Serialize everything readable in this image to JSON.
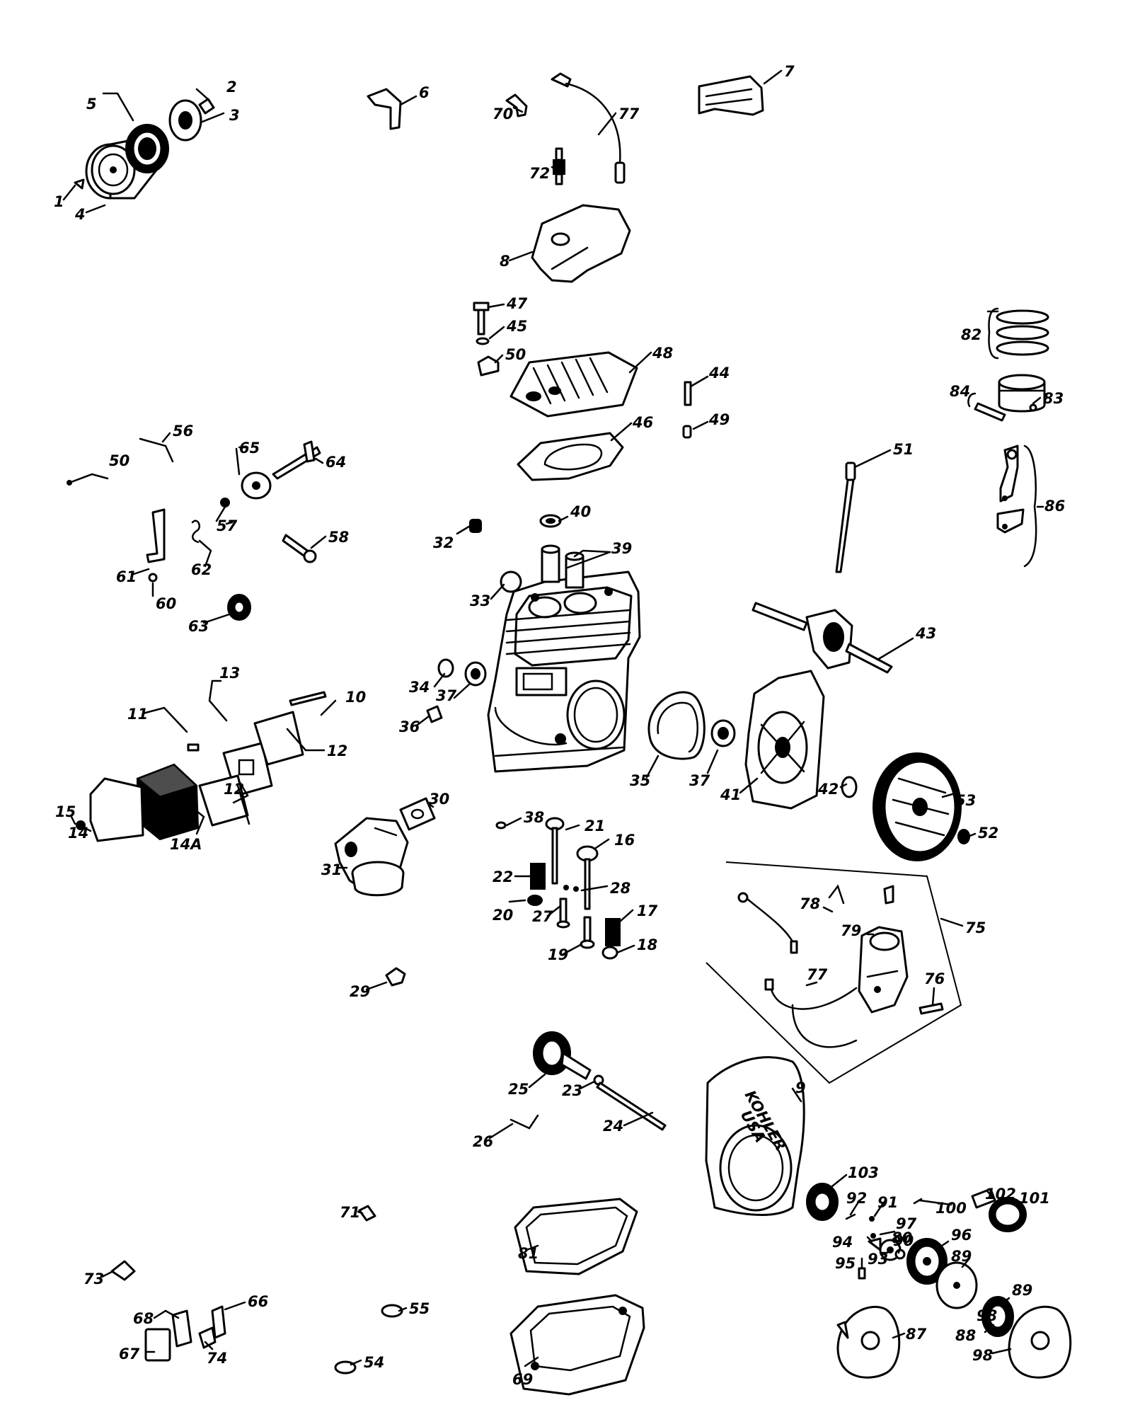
{
  "diagram": {
    "labels": [
      "1",
      "2",
      "3",
      "4",
      "5",
      "6",
      "7",
      "8",
      "9",
      "10",
      "11",
      "12",
      "12",
      "13",
      "14",
      "14A",
      "15",
      "16",
      "17",
      "18",
      "19",
      "20",
      "21",
      "22",
      "23",
      "24",
      "25",
      "26",
      "27",
      "28",
      "29",
      "30",
      "31",
      "32",
      "33",
      "34",
      "35",
      "36",
      "37",
      "37",
      "38",
      "39",
      "40",
      "41",
      "42",
      "43",
      "44",
      "45",
      "46",
      "47",
      "48",
      "49",
      "50",
      "50",
      "51",
      "52",
      "53",
      "54",
      "55",
      "56",
      "57",
      "58",
      "60",
      "61",
      "62",
      "63",
      "64",
      "65",
      "66",
      "67",
      "68",
      "69",
      "70",
      "71",
      "72",
      "73",
      "74",
      "75",
      "76",
      "77",
      "77",
      "78",
      "79",
      "80",
      "81",
      "82",
      "83",
      "84",
      "86",
      "87",
      "88",
      "89",
      "89",
      "90",
      "91",
      "92",
      "93",
      "94",
      "95",
      "96",
      "97",
      "98",
      "98",
      "100",
      "101",
      "102",
      "103"
    ],
    "logo_text": [
      "KOHLER",
      "USA"
    ]
  }
}
